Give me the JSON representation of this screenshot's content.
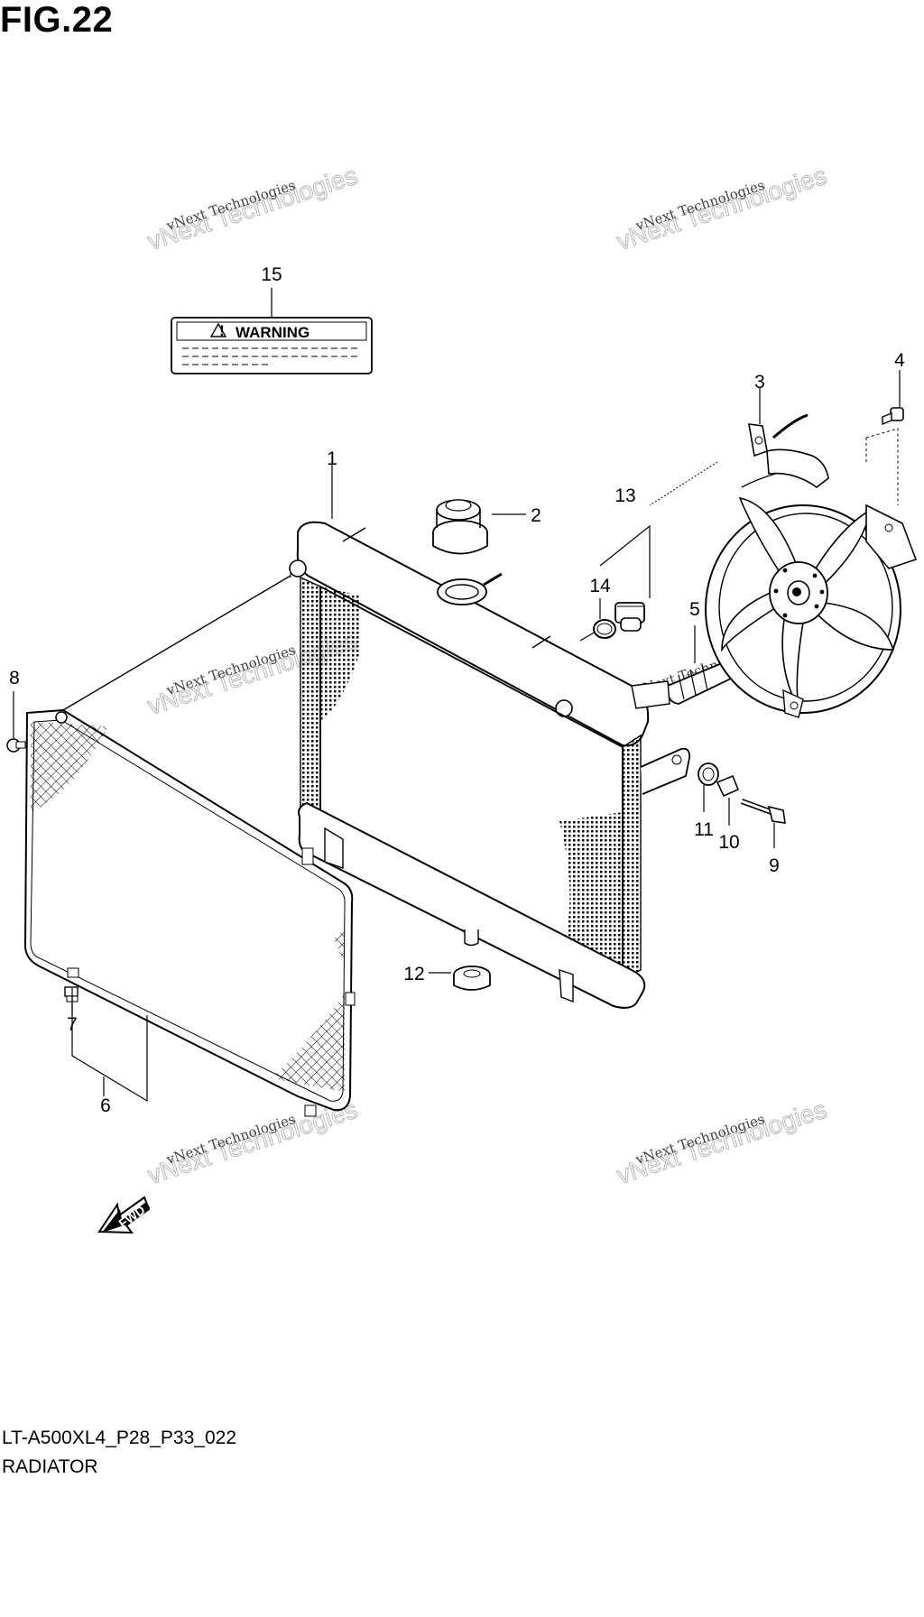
{
  "figure": {
    "title": "FIG.22",
    "model_code": "LT-A500XL4_P28_P33_022",
    "name": "RADIATOR"
  },
  "warning_label": {
    "text": "WARNING"
  },
  "direction_marker": {
    "text": "FWD"
  },
  "watermark": {
    "line1": "vNext Technologies",
    "line2": "vNext Technologies"
  },
  "callouts": {
    "c1": "1",
    "c2": "2",
    "c3": "3",
    "c4": "4",
    "c5": "5",
    "c6": "6",
    "c7": "7",
    "c8": "8",
    "c9": "9",
    "c10": "10",
    "c11": "11",
    "c12": "12",
    "c13": "13",
    "c14": "14",
    "c15": "15"
  },
  "colors": {
    "line": "#000000",
    "background": "#ffffff",
    "watermark": "#b8b8b8"
  }
}
